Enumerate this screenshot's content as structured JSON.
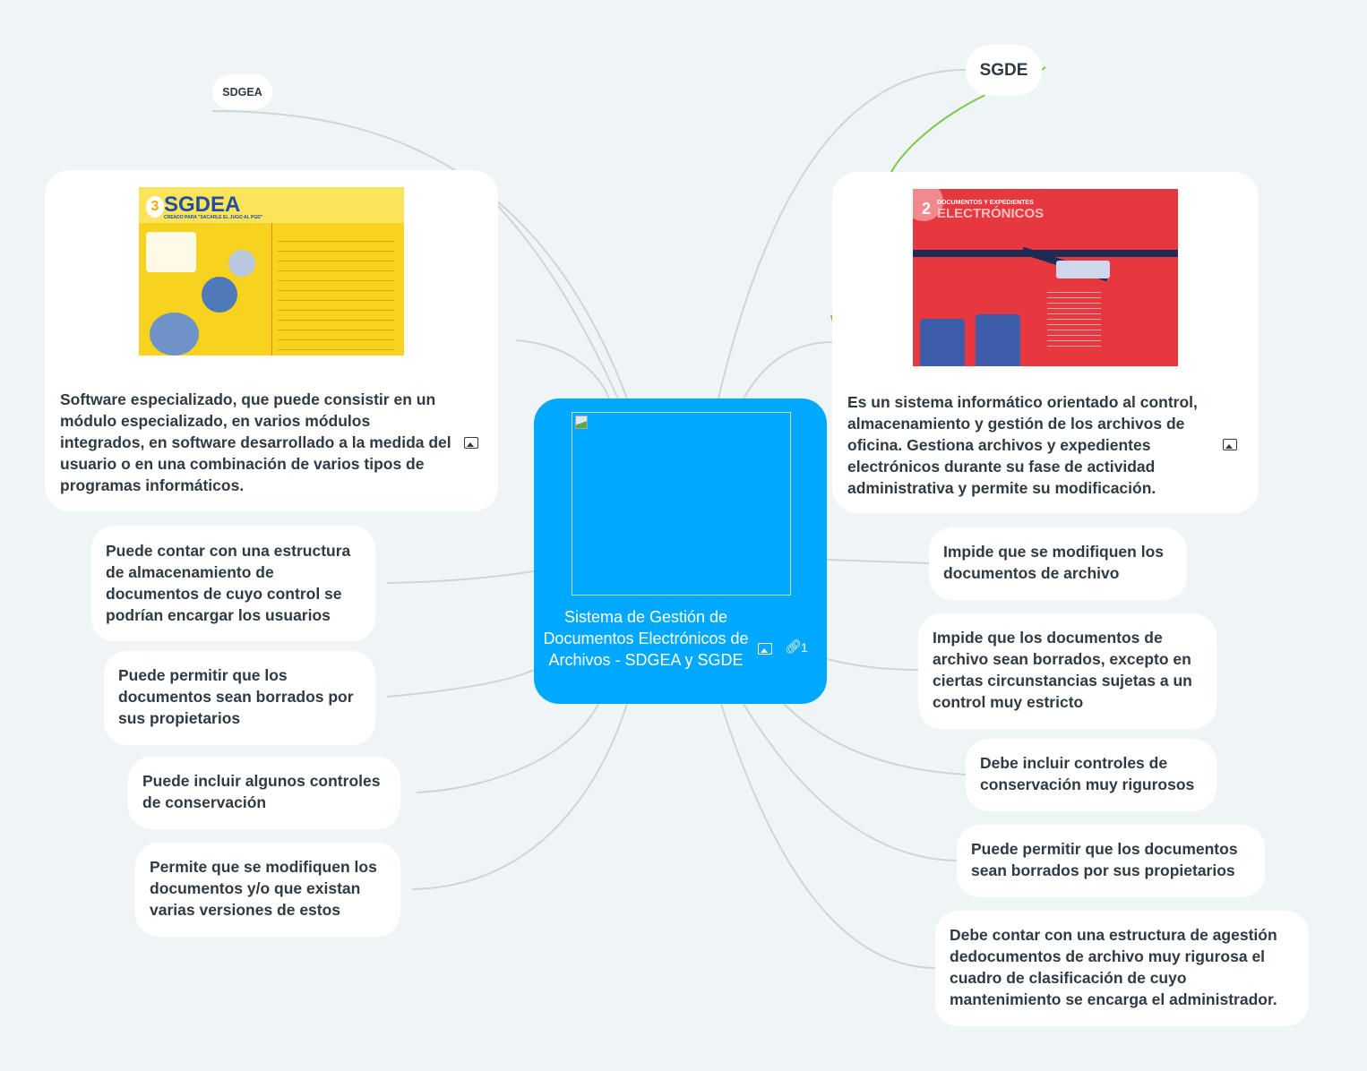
{
  "central": {
    "title": "Sistema de Gestión de Documentos Electrónicos de Archivos - SDGEA y SGDE",
    "link_count": "1"
  },
  "left": {
    "label": "SDGEA",
    "card": {
      "image_title": "SGDEA",
      "image_number": "3",
      "image_subtitle": "CREADO PARA \"SACARLE EL JUGO AL PGD\"",
      "text": "Software especializado, que puede consistir en un módulo especializado, en varios módulos integrados, en software desarrollado a la medida del usuario o en una combinación de varios tipos de programas informáticos."
    },
    "nodes": [
      "Puede contar con una estructura de almacenamiento de documentos de cuyo control se podrían encargar los usuarios",
      "Puede permitir que los documentos sean borrados por sus propietarios",
      "Puede incluir algunos controles de conservación",
      "Permite que se modifiquen los documentos y/o que existan varias versiones de estos"
    ]
  },
  "right": {
    "label": "SGDE",
    "card": {
      "image_number": "2",
      "image_title_top": "DOCUMENTOS Y EXPEDIENTES",
      "image_title": "ELECTRÓNICOS",
      "text": "Es un sistema informático orientado al control, almacenamiento y gestión de los archivos de oficina. Gestiona archivos y expedientes electrónicos durante su fase de actividad administrativa y permite su modificación."
    },
    "nodes": [
      "Impide que se modifiquen los documentos de archivo",
      "Impide que los documentos de archivo sean borrados, excepto en ciertas circunstancias sujetas a un control muy estricto",
      "Debe incluir controles de conservación muy rigurosos",
      "Puede permitir que los documentos sean borrados por sus propietarios",
      "Debe contar con una estructura de agestión dedocumentos de archivo muy rigurosa el cuadro de clasificación de cuyo mantenimiento se encarga el administrador."
    ]
  },
  "colors": {
    "background": "#eff4f7",
    "central": "#00a9ff",
    "link": "#c9ced3",
    "accent_link": "#7ac943",
    "text": "#2e3a44"
  }
}
